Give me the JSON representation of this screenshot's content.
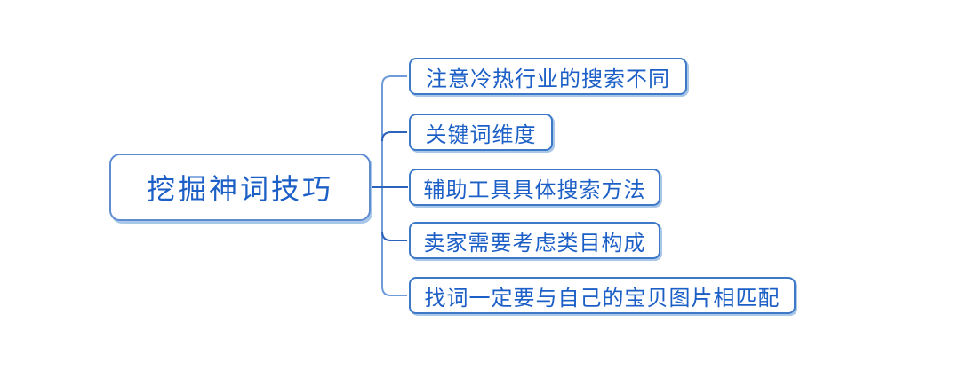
{
  "mindmap": {
    "root": {
      "label": "挖掘神词技巧"
    },
    "children": [
      {
        "label": "注意冷热行业的搜索不同"
      },
      {
        "label": "关键词维度"
      },
      {
        "label": "辅助工具具体搜索方法"
      },
      {
        "label": "卖家需要考虑类目构成"
      },
      {
        "label": "找词一定要与自己的宝贝图片相匹配"
      }
    ],
    "colors": {
      "background": "#FFFFFF",
      "text": "#1C5FC6",
      "node_border": "#3D79C6",
      "root_border": "#5E8CD0",
      "shadow": "#A9C7E8",
      "connector_light": "#6F9CD9",
      "connector_dark": "#2A62BC"
    }
  }
}
